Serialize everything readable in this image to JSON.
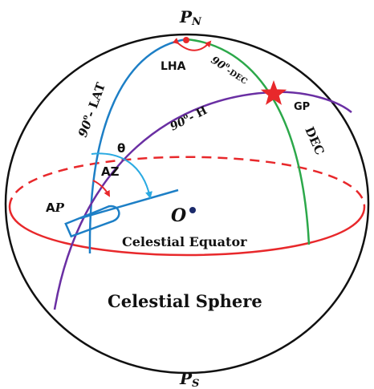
{
  "labels": {
    "pole_north_main": "P",
    "pole_north_sub": "N",
    "pole_south_main": "P",
    "pole_south_sub": "S",
    "lha": "LHA",
    "colat_main": "90",
    "colat_deg": "o",
    "colat_rest": "- LAT",
    "codec_main": "90",
    "codec_deg": "o",
    "codec_rest": "-DEC",
    "coalt_main": "90",
    "coalt_deg": "o",
    "coalt_rest": "- H",
    "gp": "GP",
    "dec": "DEC",
    "theta": "θ",
    "az": "AZ",
    "ap_a": "A",
    "ap_p": "P",
    "center_o": "O",
    "equator": "Celestial Equator",
    "sphere": "Celestial Sphere"
  },
  "colors": {
    "sphere_outline": "#111111",
    "equator": "#e8282b",
    "observer_meridian": "#1d7fc6",
    "gp_meridian": "#2ca84a",
    "vertical_circle": "#6a2fa3",
    "star": "#e8282b",
    "angle_arrow_red": "#e8282b",
    "angle_arrow_cyan": "#2aaae2",
    "center_dot": "#1b2a6b",
    "text": "#111111"
  }
}
